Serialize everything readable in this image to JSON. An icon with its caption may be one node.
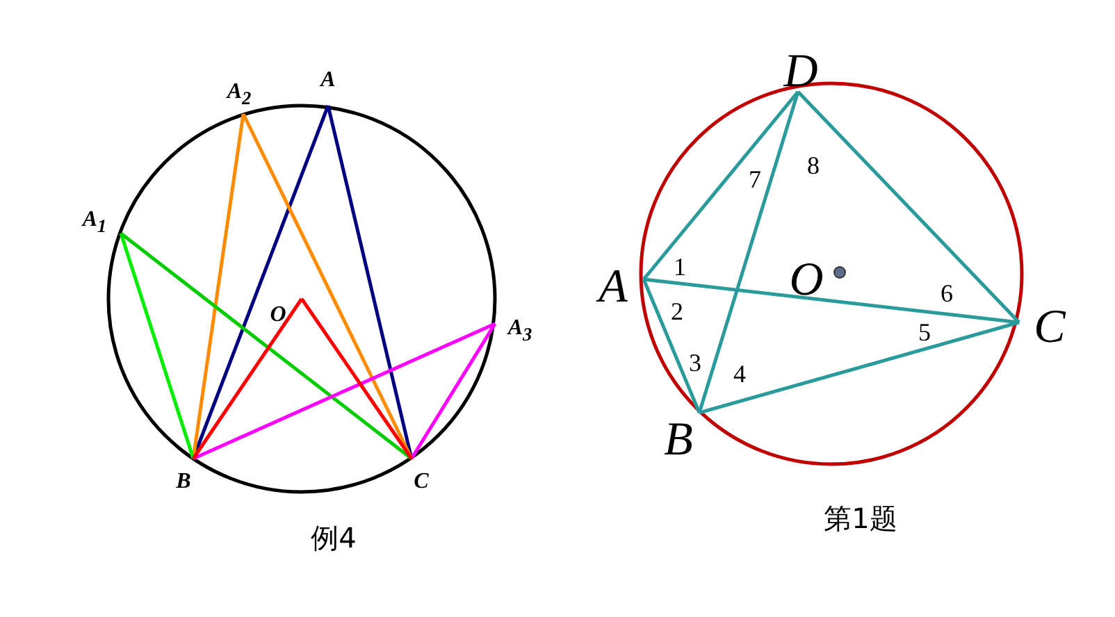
{
  "diagram": {
    "labels": [
      "A",
      "A$_{2}$",
      "A$_{1}$",
      "O",
      "A$_{3}$",
      "B",
      "C",
      "例4",
      "D",
      "7",
      "8",
      "A",
      "1",
      "O",
      "6",
      "2",
      "5",
      "C",
      "3",
      "4",
      "B",
      "第1题"
    ]
  }
}
